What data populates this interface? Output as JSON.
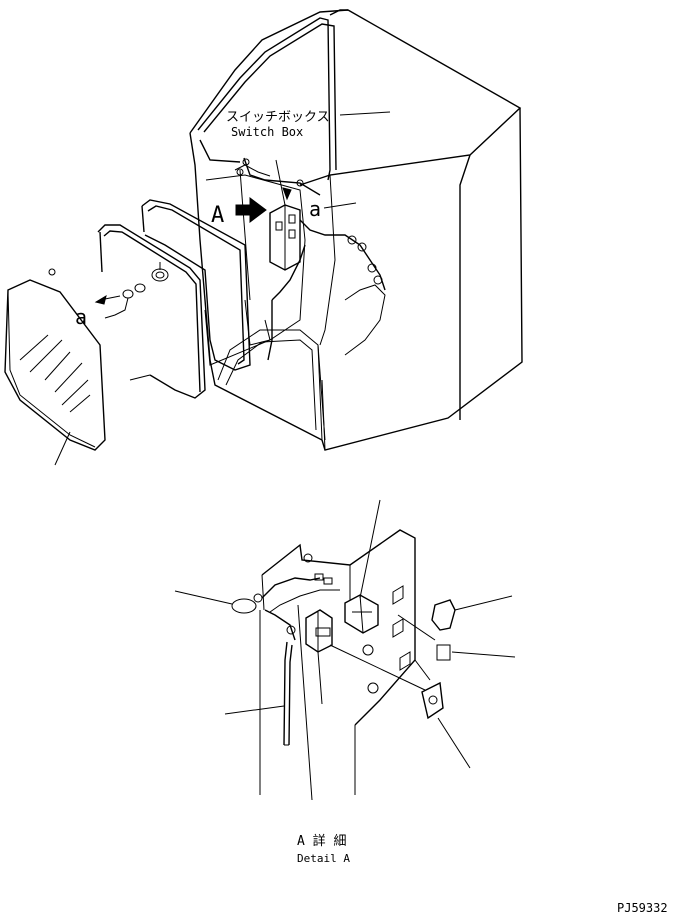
{
  "labels": {
    "switch_box_jp": "スイッチボックス",
    "switch_box_en": "Switch Box",
    "view_a": "A",
    "connector_a_right": "a",
    "connector_a_left": "a",
    "detail_jp": "A 詳 細",
    "detail_en": "Detail A",
    "part_code": "PJ59332"
  }
}
